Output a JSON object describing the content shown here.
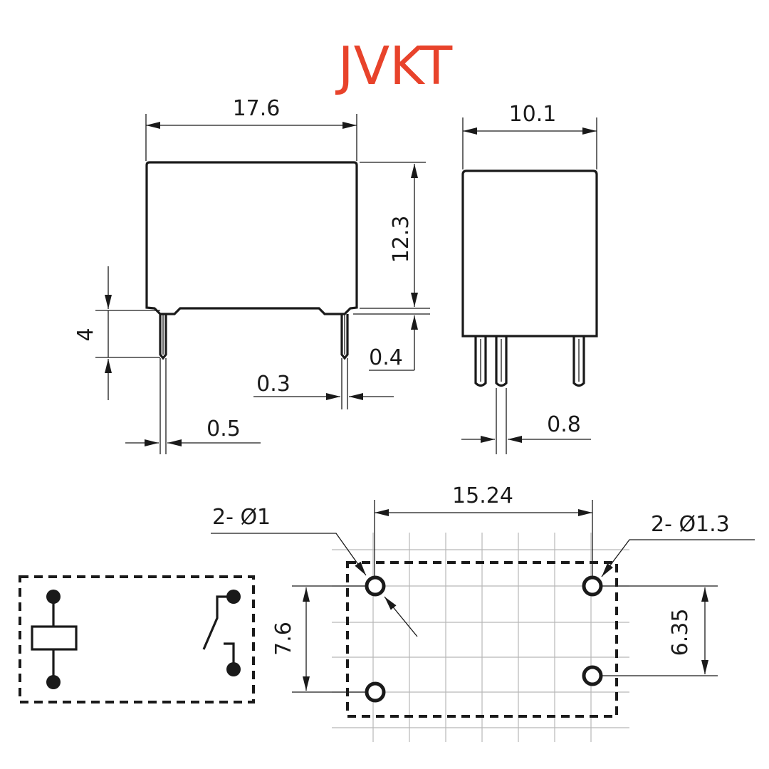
{
  "title": "JVKT",
  "front_view": {
    "width": "17.6",
    "height": "12.3",
    "pin_length": "4",
    "standoff": "0.4",
    "pin_thickness": "0.3",
    "pin_width": "0.5"
  },
  "side_view": {
    "depth": "10.1",
    "pin_width": "0.8"
  },
  "pcb_layout": {
    "pin_spacing_x": "15.24",
    "left_row_spacing": "7.6",
    "right_row_spacing": "6.35",
    "small_holes": "2- Ø1",
    "large_holes": "2- Ø1.3"
  },
  "colors": {
    "title": "#e8432b",
    "line": "#1a1a1a",
    "grid": "#b8b8b8"
  }
}
